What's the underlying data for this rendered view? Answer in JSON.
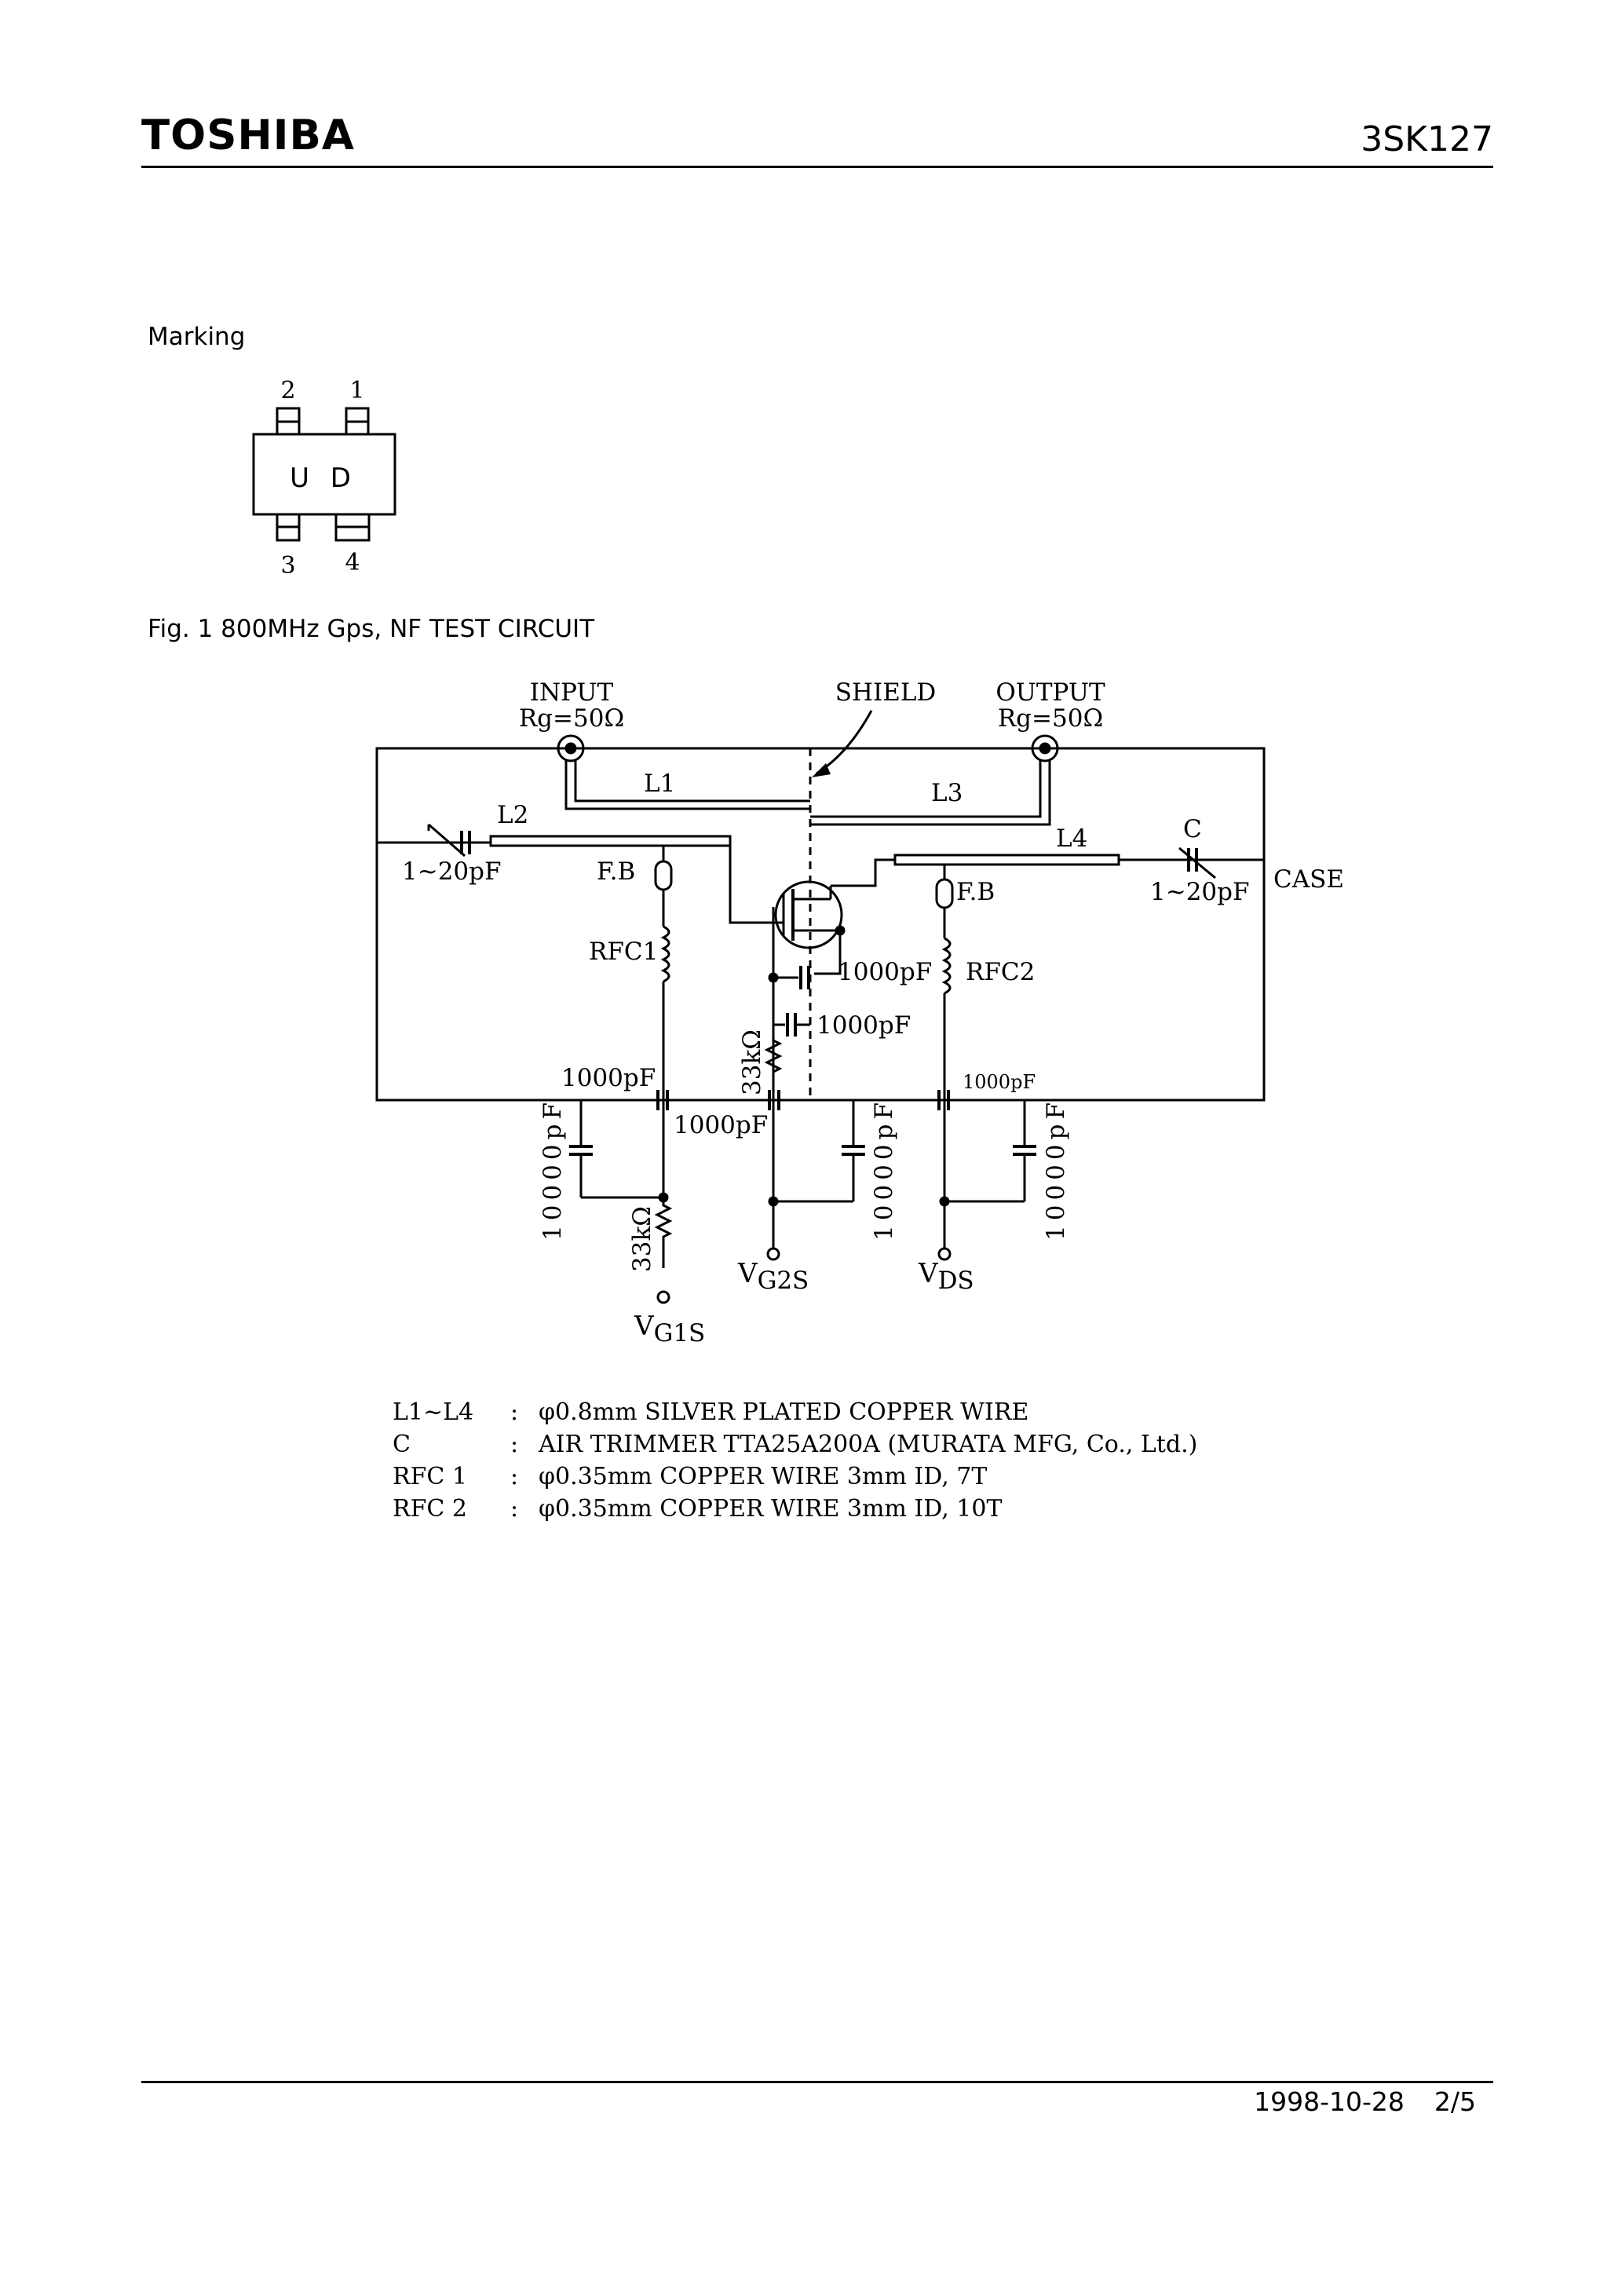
{
  "header": {
    "logo": "TOSHIBA",
    "part_number": "3SK127"
  },
  "marking": {
    "title": "Marking",
    "package_text": "U D",
    "pins_top": [
      "2",
      "1"
    ],
    "pins_bottom": [
      "3",
      "4"
    ]
  },
  "figure": {
    "title": "Fig. 1  800MHz  Gps,  NF  TEST  CIRCUIT",
    "labels": {
      "input": "INPUT",
      "input_rg": "Rg=50Ω",
      "shield": "SHIELD",
      "output": "OUTPUT",
      "output_rg": "Rg=50Ω",
      "l1": "L1",
      "l2": "L2",
      "l3": "L3",
      "l4": "L4",
      "c": "C",
      "trim_left": "1~20pF",
      "trim_right": "1~20pF",
      "case": "CASE",
      "fb_left": "F.B",
      "fb_right": "F.B",
      "rfc1": "RFC1",
      "rfc2": "RFC2",
      "cap_1000pf_a": "1000pF",
      "cap_1000pf_b": "1000pF",
      "cap_1000pf_left": "1000pF",
      "cap_1000pf_mid": "1000pF",
      "cap_1000pf_right": "1000pF",
      "res_mid": "33kΩ",
      "res_left": "33kΩ",
      "cap_10000_1": "10000pF",
      "cap_10000_2": "10000pF",
      "cap_10000_3": "10000pF",
      "vg1s_main": "V",
      "vg1s_sub": "G1S",
      "vg2s_main": "V",
      "vg2s_sub": "G2S",
      "vds_main": "V",
      "vds_sub": "DS"
    }
  },
  "notes": [
    {
      "key": "L1~L4",
      "sep": ":",
      "value": "φ0.8mm SILVER PLATED COPPER WIRE"
    },
    {
      "key": "C",
      "sep": ":",
      "value": "AIR TRIMMER TTA25A200A (MURATA MFG, Co., Ltd.)"
    },
    {
      "key": "RFC 1",
      "sep": ":",
      "value": "φ0.35mm COPPER WIRE 3mm ID, 7T"
    },
    {
      "key": "RFC 2",
      "sep": ":",
      "value": "φ0.35mm COPPER WIRE 3mm ID, 10T"
    }
  ],
  "footer": {
    "date": "1998-10-28",
    "page": "2/5"
  }
}
